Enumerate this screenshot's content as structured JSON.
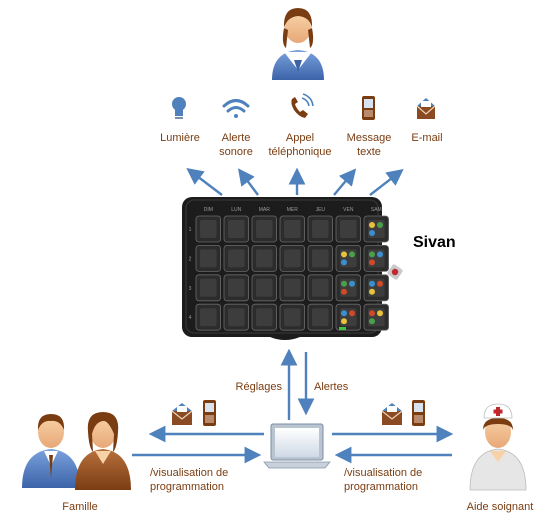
{
  "device": {
    "name": "Sivan",
    "days": [
      "DIM",
      "LUN",
      "MAR",
      "MER",
      "JEU",
      "VEN",
      "SAM"
    ],
    "row_numbers": [
      "1",
      "2",
      "3",
      "4"
    ]
  },
  "notifications": [
    {
      "icon": "bulb-icon",
      "label_lines": [
        "Lumière"
      ]
    },
    {
      "icon": "wifi-icon",
      "label_lines": [
        "Alerte",
        "sonore"
      ]
    },
    {
      "icon": "phone-icon",
      "label_lines": [
        "Appel",
        "téléphonique"
      ]
    },
    {
      "icon": "mobile-icon",
      "label_lines": [
        "Message",
        "texte"
      ]
    },
    {
      "icon": "email-icon",
      "label_lines": [
        "E-mail"
      ]
    }
  ],
  "links": {
    "settings": "Réglages",
    "alerts": "Alertes",
    "left_caption": [
      "/visualisation  de",
      "programmation"
    ],
    "right_caption": [
      "/visualisation  de",
      "programmation"
    ]
  },
  "people": {
    "family": "Famille",
    "caregiver": "Aide soignant"
  },
  "colors": {
    "arrow": "#4f81bd",
    "text": "#7a3d12",
    "device": "#1c1c1c",
    "person_top_suit": "#4a6fb0",
    "person_brown": "#8a4a22"
  }
}
